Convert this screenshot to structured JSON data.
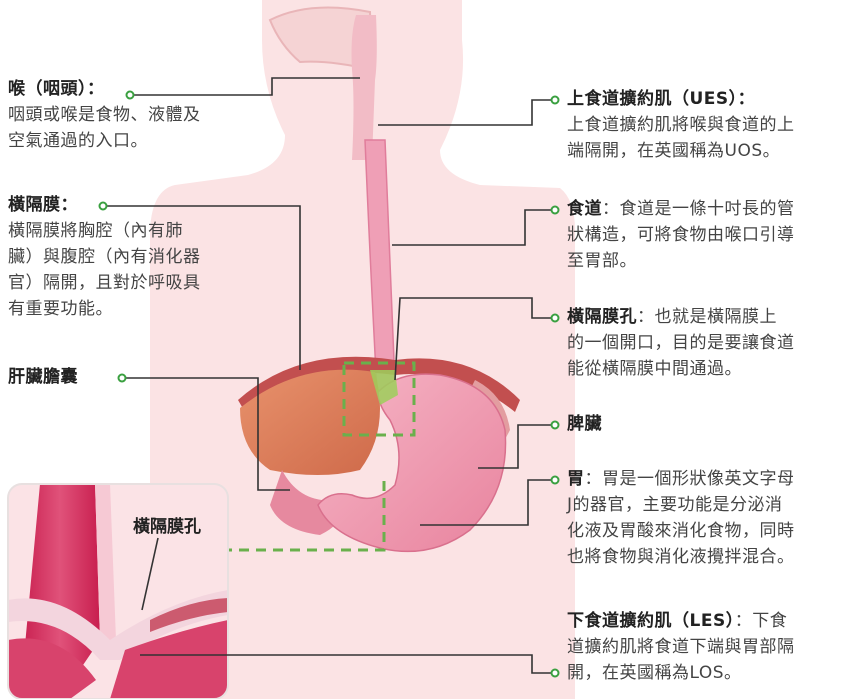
{
  "labels": {
    "pharynx": {
      "title": "喉（咽頭）：",
      "line1": "咽頭或喉是食物、液體及",
      "line2": "空氣通過的入口。"
    },
    "diaphragm": {
      "title": "橫隔膜：",
      "line1": "橫隔膜將胸腔（內有肺",
      "line2": "臟）與腹腔（內有消化器",
      "line3": "官）隔開，且對於呼吸具",
      "line4": "有重要功能。"
    },
    "liver": {
      "title": "肝臟膽囊"
    },
    "ues": {
      "title": "上食道擴約肌（UES）：",
      "line1": "上食道擴約肌將喉與食道的上",
      "line2": "端隔開，在英國稱為UOS。"
    },
    "esophagus": {
      "title": "食道",
      "line1": "：食道是一條十吋長的管",
      "line2": "狀構造，可將食物由喉口引導",
      "line3": "至胃部。"
    },
    "hiatus": {
      "title": "橫隔膜孔",
      "line1": "：也就是橫隔膜上",
      "line2": "的一個開口，目的是要讓食道",
      "line3": "能從橫隔膜中間通過。"
    },
    "spleen": {
      "title": "脾臟"
    },
    "stomach": {
      "title": "胃",
      "line1": "：胃是一個形狀像英文字母",
      "line2": "J的器官，主要功能是分泌消",
      "line3": "化液及胃酸來消化食物，同時",
      "line4": "也將食物與消化液攪拌混合。"
    },
    "les": {
      "title": "下食道擴約肌（LES）",
      "line1": "：下食",
      "line2": "道擴約肌將食道下端與胃部隔",
      "line3": "開，在英國稱為LOS。"
    }
  },
  "inset": {
    "label": "橫隔膜孔"
  },
  "colors": {
    "leader": "#333333",
    "dot_fill": "#ffffff",
    "dot_stroke": "#3aa040",
    "dash": "#6ab04c",
    "body": "#fbe3e4"
  }
}
